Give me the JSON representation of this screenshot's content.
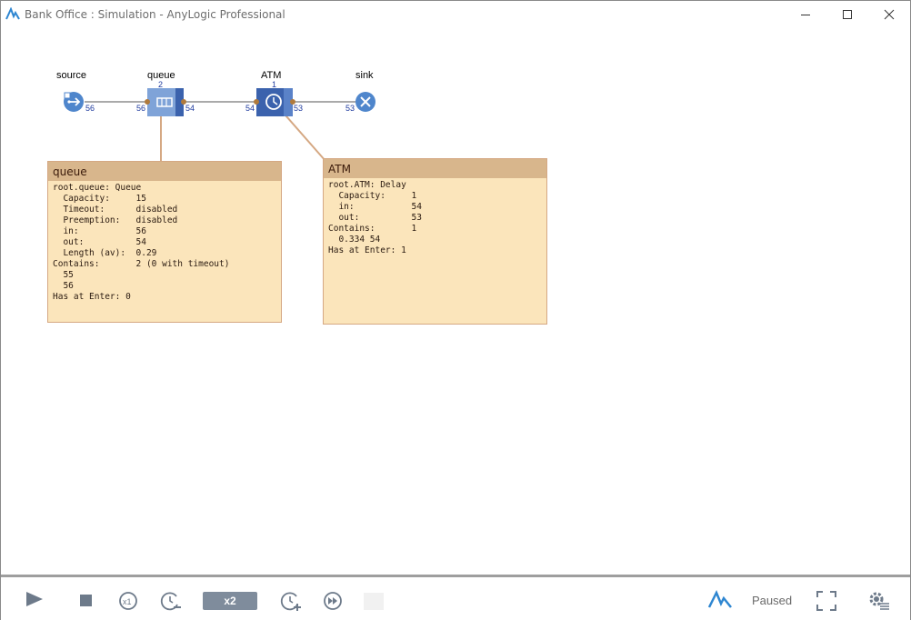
{
  "window": {
    "title": "Bank Office : Simulation - AnyLogic Professional"
  },
  "icons": [
    "anylogic-logo-icon",
    "minimize-icon",
    "maximize-icon",
    "close-icon",
    "source-icon",
    "queue-icon",
    "delay-icon",
    "sink-icon",
    "play-icon",
    "stop-icon",
    "speed-x1-icon",
    "slow-down-icon",
    "speed-up-icon",
    "fast-forward-icon",
    "fullscreen-icon",
    "settings-icon"
  ],
  "colors": {
    "block_blue": "#3b62ad",
    "block_light": "#7a9fd6",
    "inspect_bg": "#fbe5bb",
    "inspect_header": "#d8b68c"
  },
  "flowchart": {
    "blocks": [
      {
        "id": "source",
        "name": "source",
        "count": "",
        "out": "56"
      },
      {
        "id": "queue",
        "name": "queue",
        "count": "2",
        "in": "56",
        "out": "54"
      },
      {
        "id": "ATM",
        "name": "ATM",
        "count": "1",
        "in": "54",
        "out": "53"
      },
      {
        "id": "sink",
        "name": "sink",
        "count": "",
        "in": "53"
      }
    ]
  },
  "inspect_queue": {
    "title": "queue",
    "lines": [
      "root.queue: Queue",
      "  Capacity:     15",
      "  Timeout:      disabled",
      "  Preemption:   disabled",
      "  in:           56",
      "  out:          54",
      "  Length (av):  0.29",
      "Contains:       2 (0 with timeout)",
      "  55",
      "  56",
      "Has at Enter: 0"
    ]
  },
  "inspect_atm": {
    "title": "ATM",
    "lines": [
      "root.ATM: Delay",
      "  Capacity:     1",
      "  in:           54",
      "  out:          53",
      "Contains:       1",
      "  0.334 54",
      "Has at Enter: 1"
    ]
  },
  "toolbar": {
    "speed_label": "x2",
    "status": "Paused"
  }
}
